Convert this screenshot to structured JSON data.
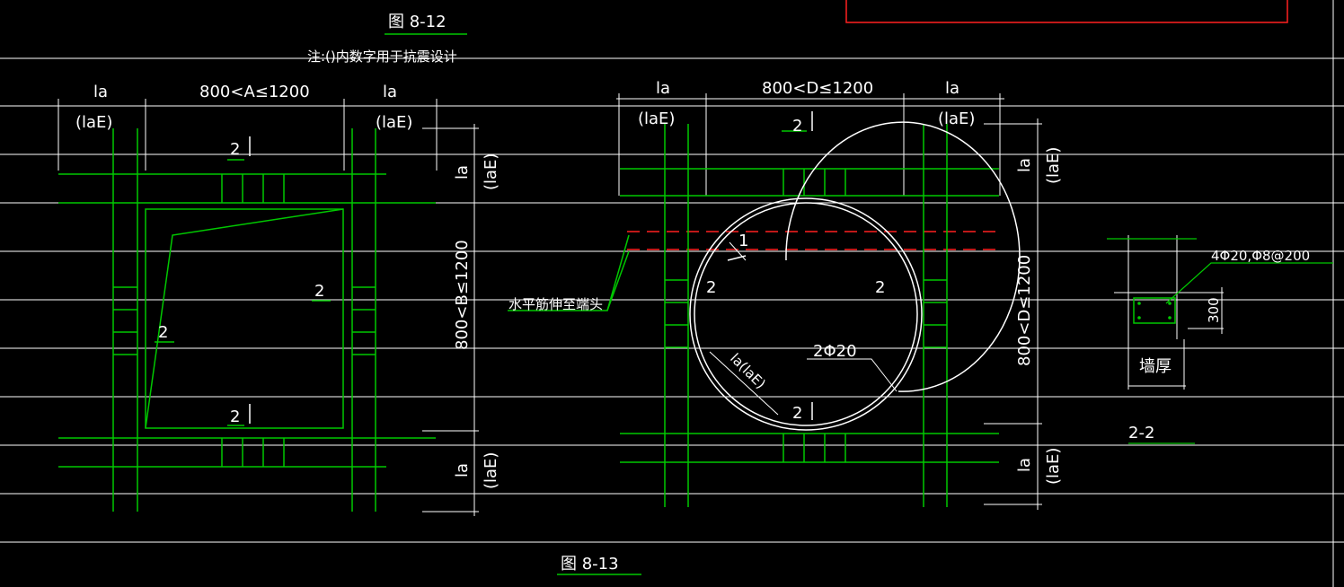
{
  "titles": {
    "fig_top": "图 8-12",
    "note": "注:()内数字用于抗震设计",
    "fig_bottom": "图 8-13",
    "section": "2-2"
  },
  "labels": {
    "la": "la",
    "laE": "(laE)",
    "dim_a": "800<A≤1200",
    "dim_d": "800<D≤1200",
    "dim_b_vertical": "800<B≤1200",
    "dim_d_vertical": "800<D≤1200",
    "bar_2": "2",
    "bar_1": "1",
    "horizontal_bar_note": "水平筋伸至端头",
    "ring_bars": "2Φ20",
    "lap_len": "la(laE)",
    "section_bars": "4Φ20,Φ8@200",
    "section_height": "300",
    "wall_thickness": "墙厚"
  },
  "colors": {
    "background": "#000000",
    "line": "#ffffff",
    "rebar": "#00c800",
    "hidden": "#ff2020"
  }
}
